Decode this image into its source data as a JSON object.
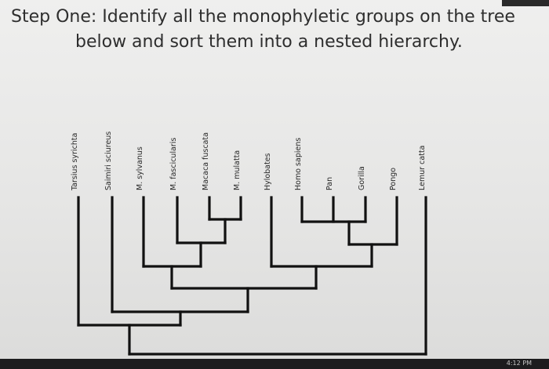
{
  "title": {
    "line1": "Step One: Identify all the monophyletic groups on the tree",
    "line2": "below and sort them into a nested hierarchy."
  },
  "taxa": [
    "Tarsius syrichta",
    "Saimiri sciureus",
    "M. sylvanus",
    "M. fascicularis",
    "Macaca fuscata",
    "M. mulatta",
    "Hylobates",
    "Homo sapiens",
    "Pan",
    "Gorilla",
    "Pongo",
    "Lemur catta"
  ],
  "taskbar": {
    "clock": "4:12 PM"
  }
}
